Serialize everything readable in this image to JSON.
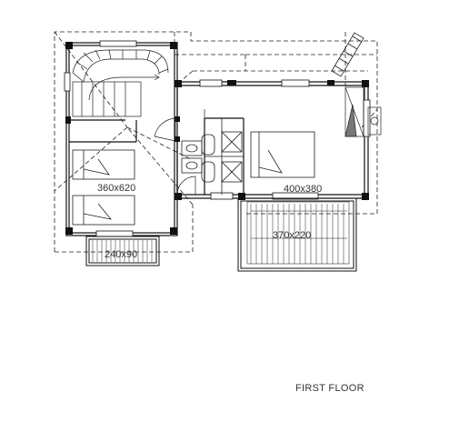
{
  "plan": {
    "floor_label": "FIRST FLOOR",
    "rooms": [
      {
        "id": "bedroom-left",
        "label": "360x620"
      },
      {
        "id": "bedroom-right",
        "label": "400x380"
      },
      {
        "id": "terrace",
        "label": "370x220"
      },
      {
        "id": "balcony",
        "label": "240x90"
      }
    ]
  },
  "colors": {
    "line": "#222222",
    "wall": "#111111",
    "text": "#333333"
  }
}
